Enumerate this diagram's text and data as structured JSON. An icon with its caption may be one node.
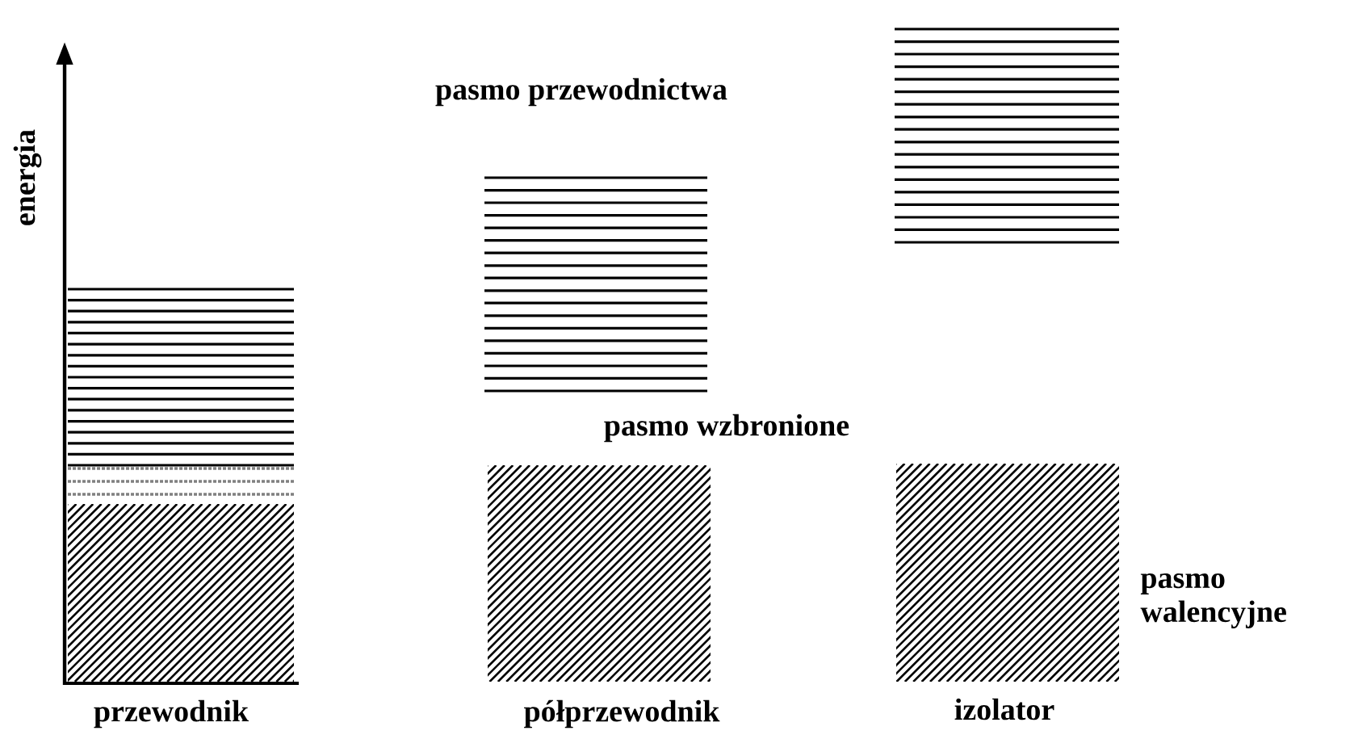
{
  "diagram": {
    "labels": [
      "pasmo przewodnictwa",
      "energia",
      "pasmo wzbronione",
      "pasmo walencyjne",
      "przewodnik",
      "półprzewodnik",
      "izolator"
    ]
  }
}
